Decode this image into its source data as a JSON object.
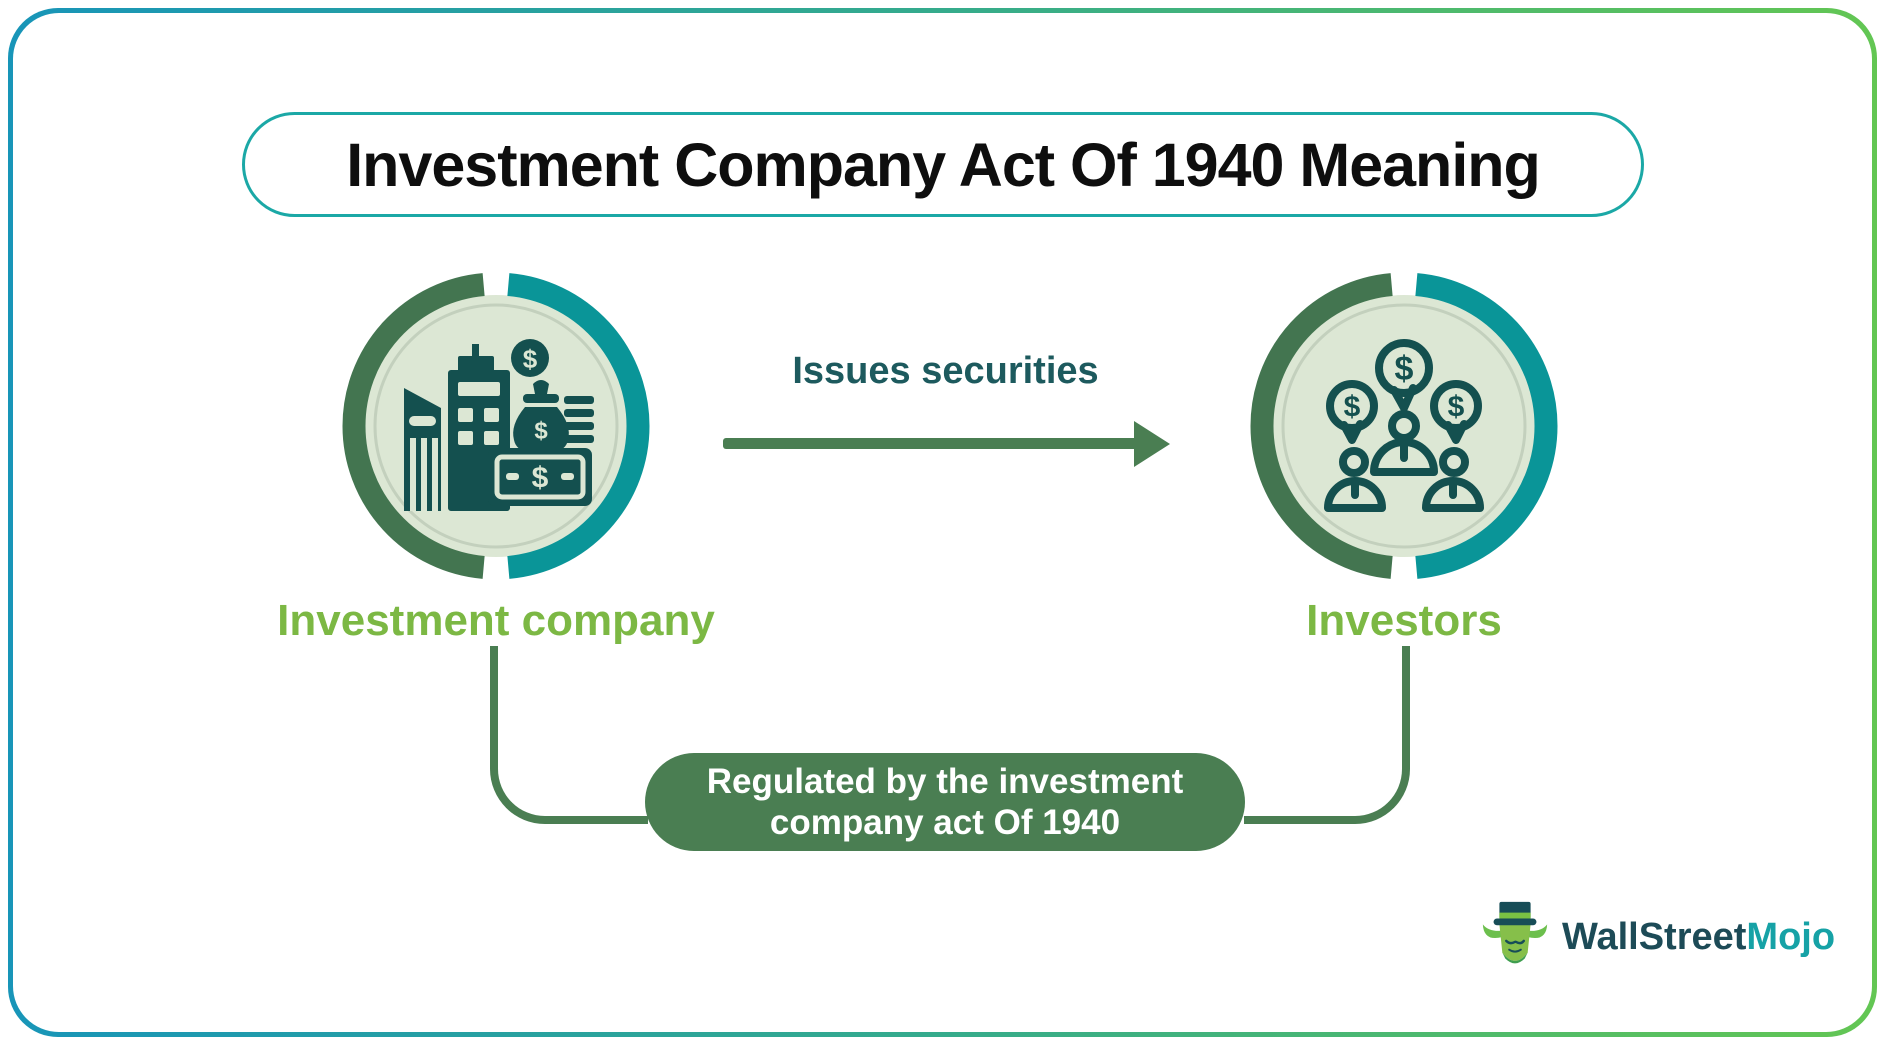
{
  "title": {
    "text": "Investment Company Act Of 1940 Meaning"
  },
  "flow": {
    "left_node": {
      "label": "Investment company",
      "icon": "investment-company-buildings-icon"
    },
    "arrow_label": "Issues securities",
    "right_node": {
      "label": "Investors",
      "icon": "investors-group-icon"
    },
    "regulation": {
      "line1": "Regulated by the investment",
      "line2": "company act Of 1940"
    }
  },
  "icons": {
    "dollar": "$"
  },
  "logo": {
    "brand_primary": "WallStreet",
    "brand_secondary": "Mojo"
  },
  "colors": {
    "frame-left": "#1895b8",
    "frame-right": "#63c653",
    "title-border": "#1ba8a6",
    "title-color": "#0e0e0e",
    "ring-green": "#437550",
    "ring-teal": "#0a9598",
    "circle-fill": "#dce7d4",
    "circle-inner-ring": "#c3d0bd",
    "icon-dark": "#14504f",
    "label-green": "#7cb844",
    "flow-green": "#4a7e52",
    "arrow-label-color": "#1d5a5e",
    "pill-text": "#ffffff",
    "logo-dark": "#1d4b57",
    "logo-teal": "#16a2a6",
    "logo-hat": "#174d57",
    "logo-face": "#86bf4a"
  }
}
